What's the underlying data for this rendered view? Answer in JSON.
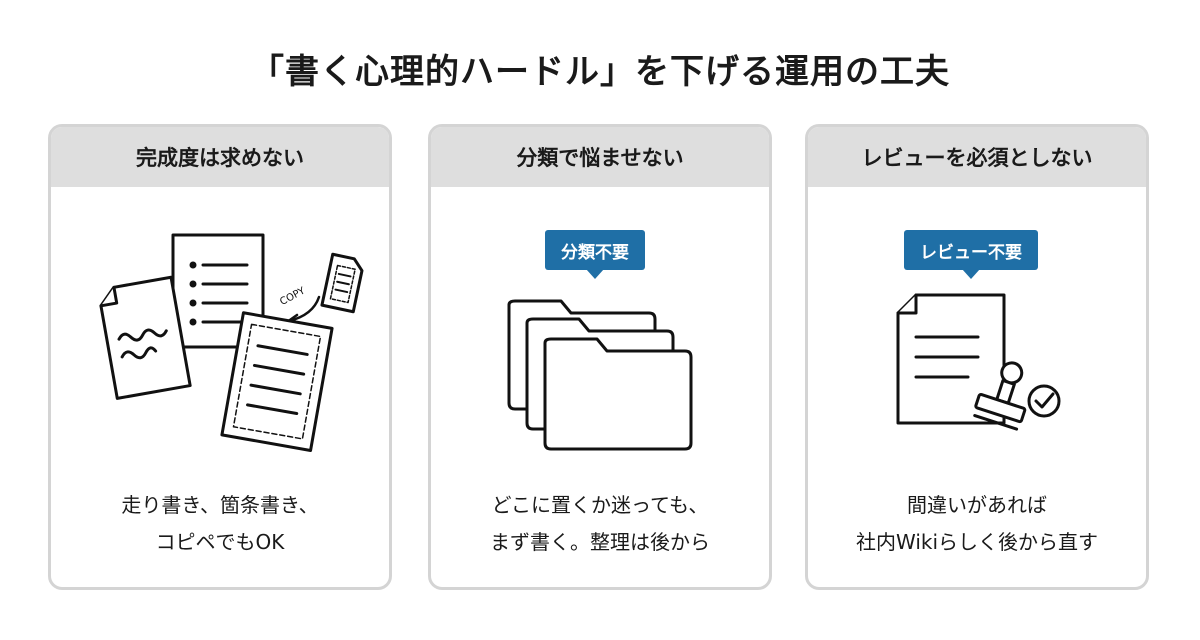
{
  "title": "「書く心理的ハードル」を下げる運用の工夫",
  "cards": [
    {
      "heading": "完成度は求めない",
      "copy_label": "COPY",
      "caption": [
        "走り書き、箇条書き、",
        "コピペでもOK"
      ]
    },
    {
      "heading": "分類で悩ませない",
      "badge": "分類不要",
      "caption": [
        "どこに置くか迷っても、",
        "まず書く。整理は後から"
      ]
    },
    {
      "heading": "レビューを必須としない",
      "badge": "レビュー不要",
      "caption": [
        "間違いがあれば",
        "社内Wikiらしく後から直す"
      ]
    }
  ],
  "colors": {
    "accent": "#1f6fa6",
    "header_bg": "#dedede",
    "border": "#d4d4d4"
  }
}
